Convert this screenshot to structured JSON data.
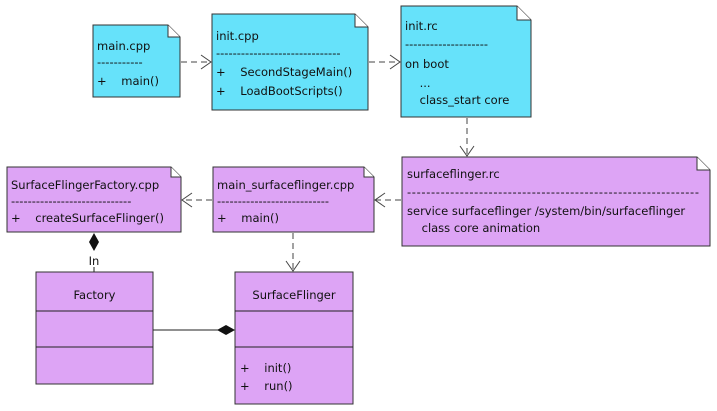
{
  "colors": {
    "note_cyan": "#66e2fa",
    "note_purple": "#dda4f5"
  },
  "notes": {
    "main_cpp": {
      "title": "main.cpp",
      "sep": "-----------",
      "lines": [
        "+    main()"
      ]
    },
    "init_cpp": {
      "title": "init.cpp",
      "sep": "------------------------------",
      "lines": [
        "+    SecondStageMain()",
        "+    LoadBootScripts()"
      ]
    },
    "init_rc": {
      "title": "init.rc",
      "sep": "--------------------",
      "lines": [
        "on boot",
        "    ...",
        "    class_start core"
      ]
    },
    "surfaceflinger_rc": {
      "title": "surfaceflinger.rc",
      "sep": "-------------------------------------------------------------",
      "lines": [
        "service surfaceflinger /system/bin/surfaceflinger",
        "    class core animation"
      ]
    },
    "main_surfaceflinger_cpp": {
      "title": "main_surfaceflinger.cpp",
      "sep": "---------------------------",
      "lines": [
        "+    main()"
      ]
    },
    "surfaceflinger_factory_cpp": {
      "title": "SurfaceFlingerFactory.cpp",
      "sep": "-----------------------------",
      "lines": [
        "+    createSurfaceFlinger()"
      ]
    }
  },
  "classes": {
    "factory": {
      "name": "Factory"
    },
    "surfaceflinger": {
      "name": "SurfaceFlinger",
      "operations": [
        "+    init()",
        "+    run()"
      ]
    }
  },
  "relations": {
    "factory_label": "In"
  }
}
